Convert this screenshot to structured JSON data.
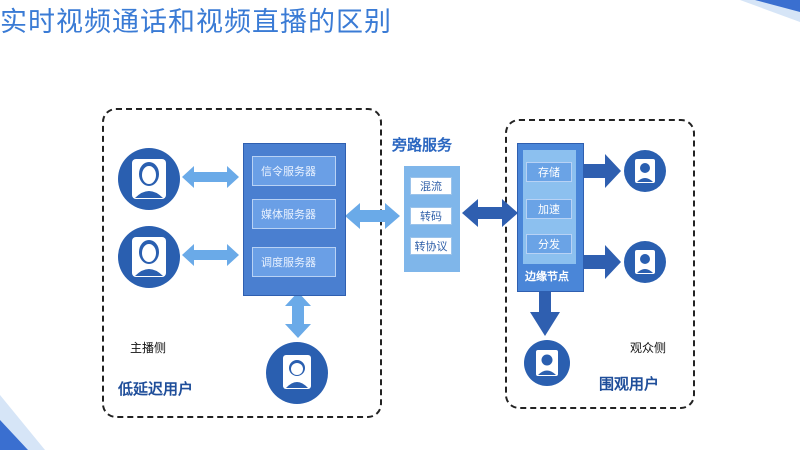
{
  "title": "实时视频通话和视频直播的区别",
  "left_panel": {
    "server_box": [
      "信令服务器",
      "媒体服务器",
      "调度服务器"
    ],
    "side_label": "主播侧",
    "group_label": "低延迟用户"
  },
  "bypass": {
    "label": "旁路服务",
    "items": [
      "混流",
      "转码",
      "转协议"
    ]
  },
  "edge": {
    "items": [
      "存储",
      "加速",
      "分发"
    ],
    "caption": "边缘节点"
  },
  "right_panel": {
    "side_label": "观众侧",
    "group_label": "围观用户"
  },
  "colors": {
    "title": "#3a7bd5",
    "arrow": "#5d9ee6",
    "dark_blue": "#2f5fb0",
    "panel_border": "#222222"
  }
}
